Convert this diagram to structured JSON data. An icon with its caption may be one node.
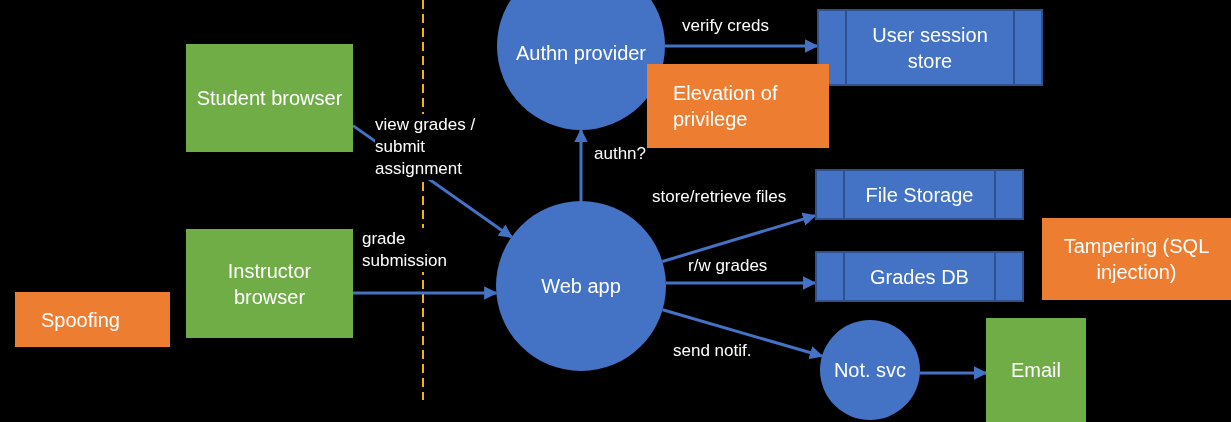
{
  "diagram": {
    "nodes": [
      {
        "text": [
          "Student browser"
        ]
      },
      {
        "text": [
          "Instructor browser"
        ]
      },
      {
        "text": [
          "Spoofing"
        ]
      },
      {
        "text": [
          "Authn provider"
        ]
      },
      {
        "text": [
          "User session store"
        ]
      },
      {
        "text": [
          "Elevation of privilege"
        ]
      },
      {
        "text": [
          "Web app"
        ]
      },
      {
        "text": [
          "File Storage"
        ]
      },
      {
        "text": [
          "Grades DB"
        ]
      },
      {
        "text": [
          "Tampering (SQL injection)"
        ]
      },
      {
        "text": [
          "Not. svc"
        ]
      },
      {
        "text": [
          "Email"
        ]
      }
    ],
    "edges": [
      {
        "from": 0,
        "to": 6,
        "arrow": "to",
        "label": "view grades / submit assignment"
      },
      {
        "from": 1,
        "to": 6,
        "arrow": "to",
        "label": "grade submission"
      },
      {
        "from": 6,
        "to": 3,
        "arrow": "to",
        "label": "authn?"
      },
      {
        "from": 3,
        "to": 4,
        "arrow": "to",
        "label": "verify creds"
      },
      {
        "from": 6,
        "to": 7,
        "arrow": "to",
        "label": "store/retrieve files"
      },
      {
        "from": 6,
        "to": 8,
        "arrow": "to",
        "label": "r/w grades"
      },
      {
        "from": 6,
        "to": 10,
        "arrow": "to",
        "label": "send notif."
      },
      {
        "from": 10,
        "to": 11,
        "arrow": "to"
      }
    ]
  }
}
